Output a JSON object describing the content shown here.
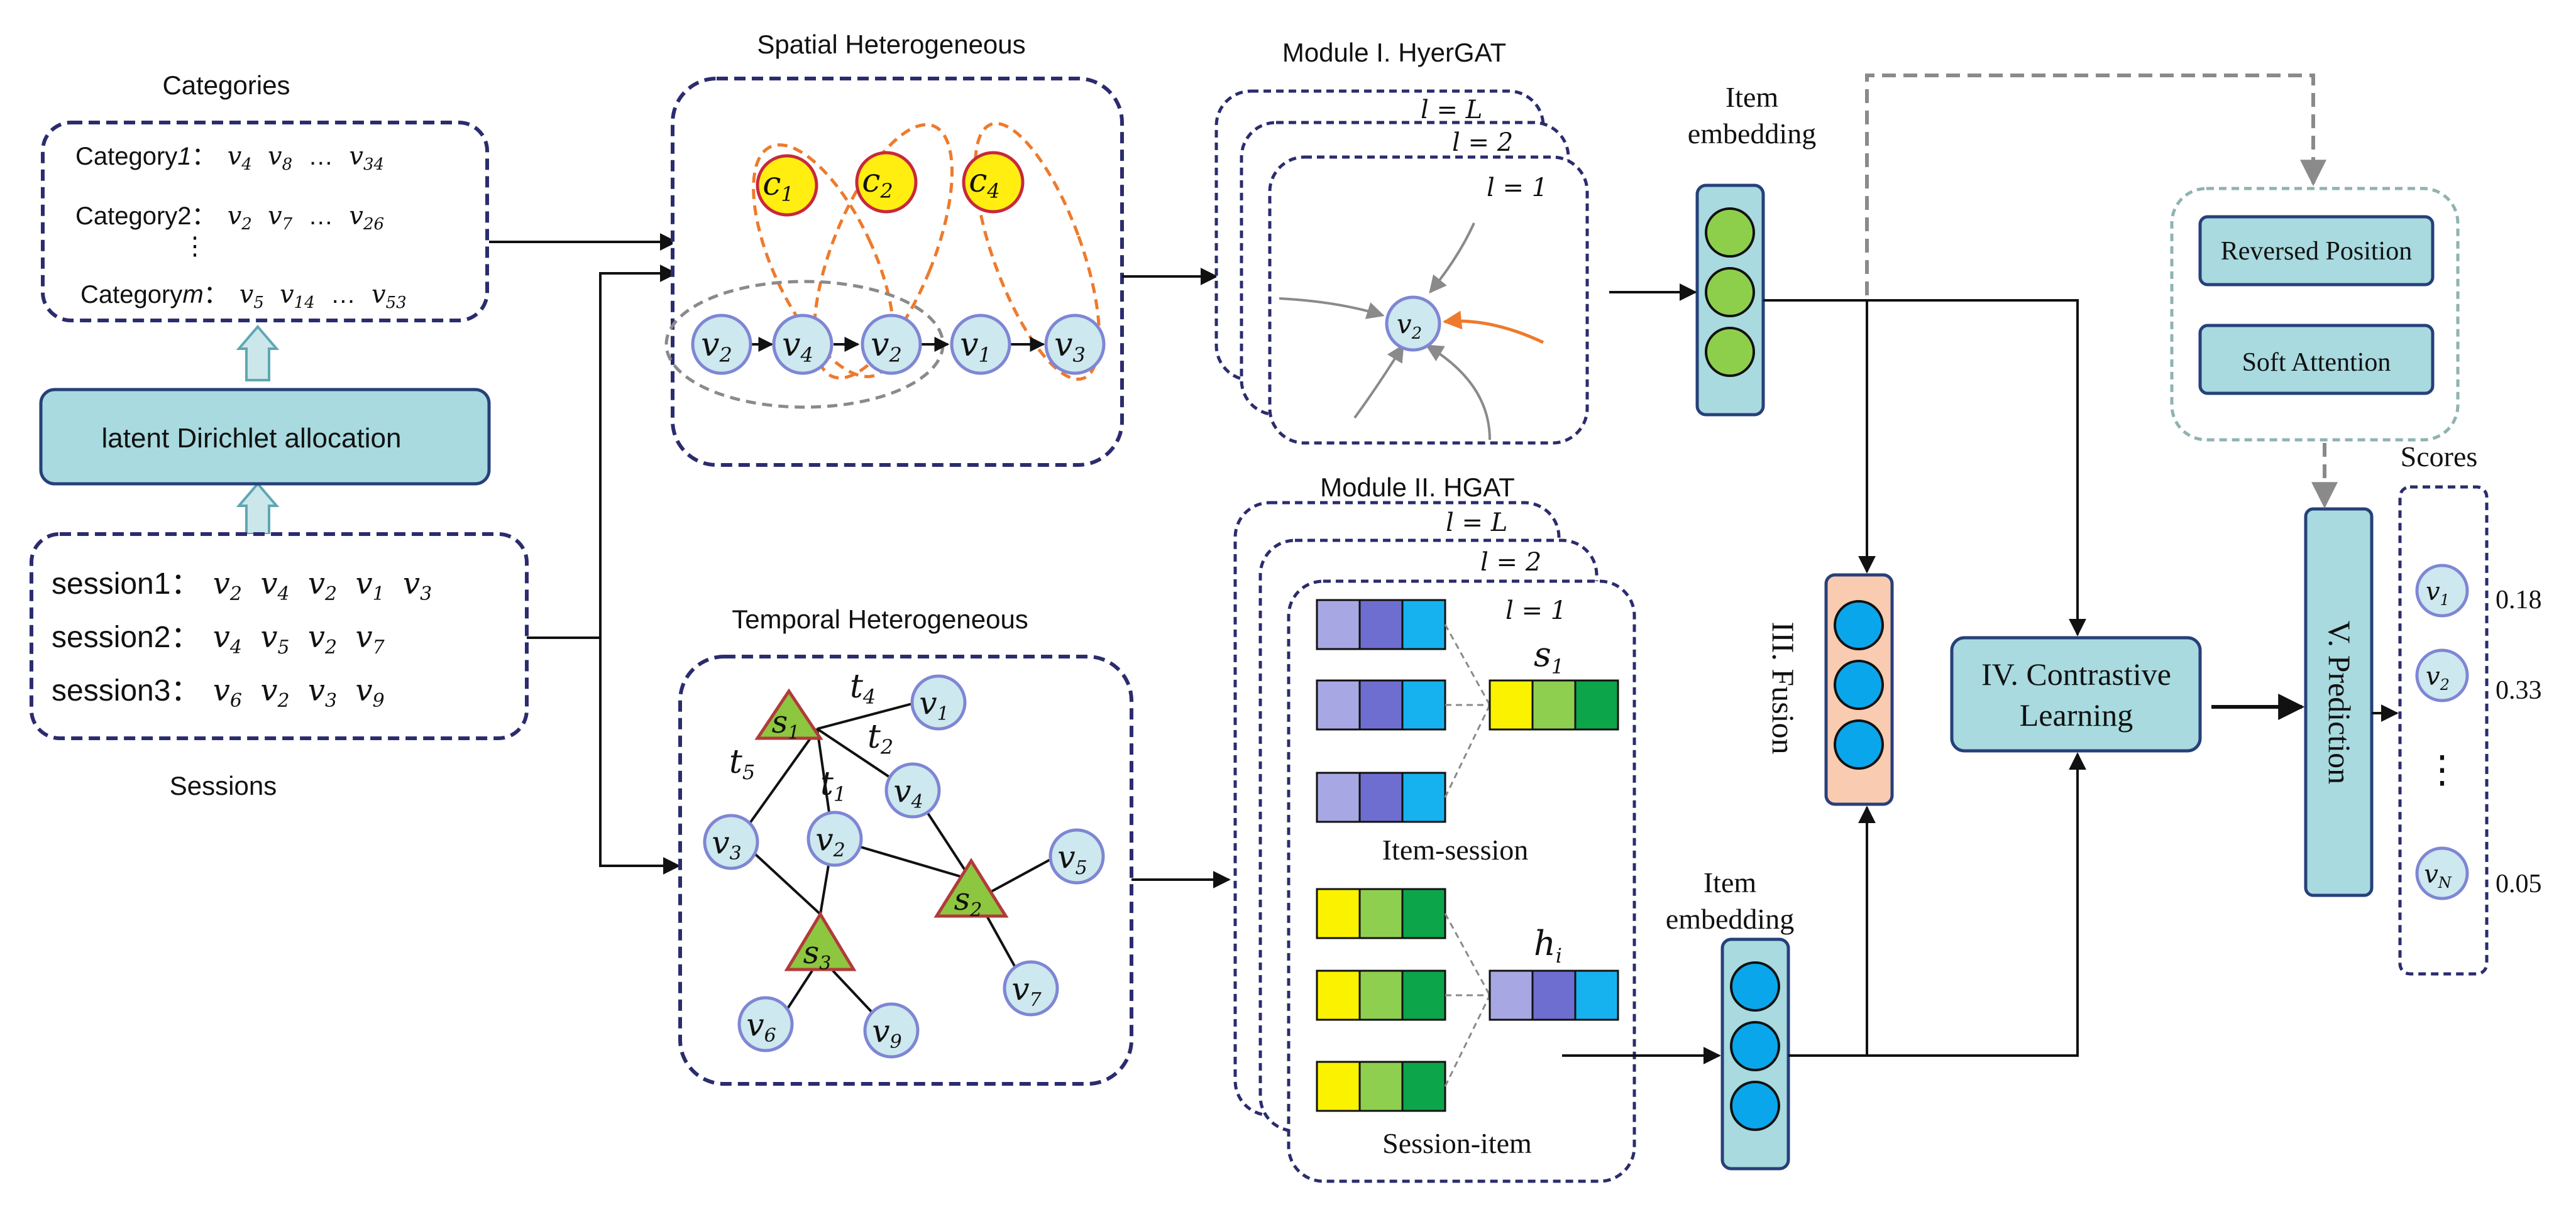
{
  "categories": {
    "title": "Categories",
    "rows": [
      {
        "label_pre": "Category",
        "label_italic": "1",
        "label_post": "：",
        "items": [
          "v",
          "4",
          "v",
          "8",
          "…",
          "v",
          "34"
        ]
      },
      {
        "label_pre": "Category2：",
        "items": [
          "v",
          "2",
          "v",
          "7",
          "…",
          "v",
          "26"
        ]
      },
      {
        "label_pre": "Category",
        "label_italic": "m",
        "label_post": "：",
        "items": [
          "v",
          "5",
          "v",
          "14",
          "…",
          "v",
          "53"
        ]
      }
    ],
    "vdots": "⋮"
  },
  "lda": {
    "label": "latent Dirichlet allocation"
  },
  "sessions": {
    "title": "Sessions",
    "rows": [
      {
        "label": "session1：",
        "items": [
          [
            "v",
            "2"
          ],
          [
            "v",
            "4"
          ],
          [
            "v",
            "2"
          ],
          [
            "v",
            "1"
          ],
          [
            "v",
            "3"
          ]
        ]
      },
      {
        "label": "session2：",
        "items": [
          [
            "v",
            "4"
          ],
          [
            "v",
            "5"
          ],
          [
            "v",
            "2"
          ],
          [
            "v",
            "7"
          ]
        ]
      },
      {
        "label": "session3：",
        "items": [
          [
            "v",
            "6"
          ],
          [
            "v",
            "2"
          ],
          [
            "v",
            "3"
          ],
          [
            "v",
            "9"
          ]
        ]
      }
    ]
  },
  "spatial": {
    "title": "Spatial Heterogeneous",
    "categories": [
      [
        "c",
        "1"
      ],
      [
        "c",
        "2"
      ],
      [
        "c",
        "4"
      ]
    ],
    "chain": [
      [
        "v",
        "2"
      ],
      [
        "v",
        "4"
      ],
      [
        "v",
        "2"
      ],
      [
        "v",
        "1"
      ],
      [
        "v",
        "3"
      ]
    ]
  },
  "temporal": {
    "title": "Temporal Heterogeneous",
    "sessions": [
      [
        "s",
        "1"
      ],
      [
        "s",
        "2"
      ],
      [
        "s",
        "3"
      ]
    ],
    "items": [
      [
        "v",
        "1"
      ],
      [
        "v",
        "4"
      ],
      [
        "v",
        "3"
      ],
      [
        "v",
        "2"
      ],
      [
        "v",
        "5"
      ],
      [
        "v",
        "6"
      ],
      [
        "v",
        "9"
      ],
      [
        "v",
        "7"
      ]
    ],
    "edge_labels": [
      [
        "t",
        "4"
      ],
      [
        "t",
        "2"
      ],
      [
        "t",
        "5"
      ],
      [
        "t",
        "1"
      ]
    ]
  },
  "module1": {
    "title": "Module I. HyerGAT",
    "layers": [
      "l = L",
      "l = 2",
      "l = 1"
    ],
    "center": [
      "v",
      "2"
    ]
  },
  "module2": {
    "title": "Module II. HGAT",
    "layers": [
      "l = L",
      "l = 2",
      "l = 1"
    ],
    "item_session_label": "Item-session",
    "session_item_label": "Session-item",
    "s_label": [
      "s",
      "1"
    ],
    "h_label": [
      "h",
      "i"
    ]
  },
  "item_embedding_top": {
    "line1": "Item",
    "line2": "embedding"
  },
  "item_embedding_bottom": {
    "line1": "Item",
    "line2": "embedding"
  },
  "fusion": {
    "label": "III. Fusion"
  },
  "contrastive": {
    "line1": "IV. Contrastive",
    "line2": "Learning"
  },
  "position": {
    "reversed_label": "Reversed Position",
    "soft_label": "Soft Attention"
  },
  "prediction": {
    "label": "V. Prediction"
  },
  "scores": {
    "title": "Scores",
    "items": [
      {
        "node": [
          "v",
          "1"
        ],
        "value": "0.18"
      },
      {
        "node": [
          "v",
          "2"
        ],
        "value": "0.33"
      },
      {
        "node": [
          "v",
          "N"
        ],
        "value": "0.05"
      }
    ],
    "vdots": "⋮"
  },
  "colors": {
    "navy": "#2b2c6e",
    "node_fill": "#cde8ee",
    "node_stroke": "#7e86d4",
    "category_fill": "#ffee10",
    "category_stroke": "#c8283c",
    "orange": "#ee7a2c",
    "gray_dash": "#8a8a8a",
    "panel_fill": "#a8dadf",
    "panel_stroke": "#27407a",
    "fusion_fill": "#f9cbb0",
    "green_emb": "#8dcf4a",
    "blue_emb": "#0aa6ec",
    "tri_fill": "#8dc63f",
    "tri_stroke": "#b13b3b",
    "sq_lav": "#a7a8e3",
    "sq_mid": "#6e6ed0",
    "sq_cyan": "#16b2ef",
    "sq_yellow": "#fbf200",
    "sq_lgreen": "#8fcf4f",
    "sq_dgreen": "#0ca54a"
  }
}
